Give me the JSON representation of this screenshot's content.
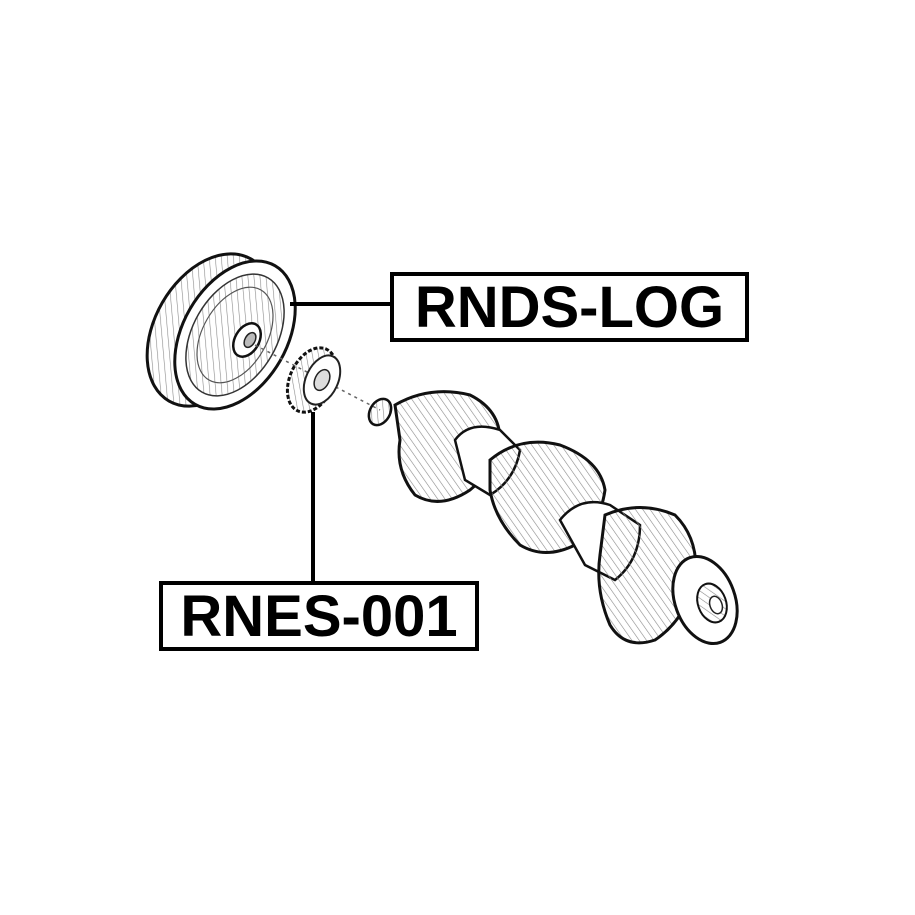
{
  "diagram": {
    "type": "exploded-parts-diagram",
    "subject": "crankshaft assembly",
    "parts": [
      {
        "id": "pulley",
        "name": "crankshaft pulley / damper",
        "label": "RNDS-LOG"
      },
      {
        "id": "gear",
        "name": "crankshaft timing gear",
        "label": "RNES-001"
      },
      {
        "id": "crankshaft",
        "name": "crankshaft",
        "label": ""
      }
    ],
    "labels": {
      "top": "RNDS-LOG",
      "bottom": "RNES-001"
    },
    "colors": {
      "line": "#000000",
      "background": "#ffffff",
      "hatch": "#6b6b6b"
    }
  }
}
